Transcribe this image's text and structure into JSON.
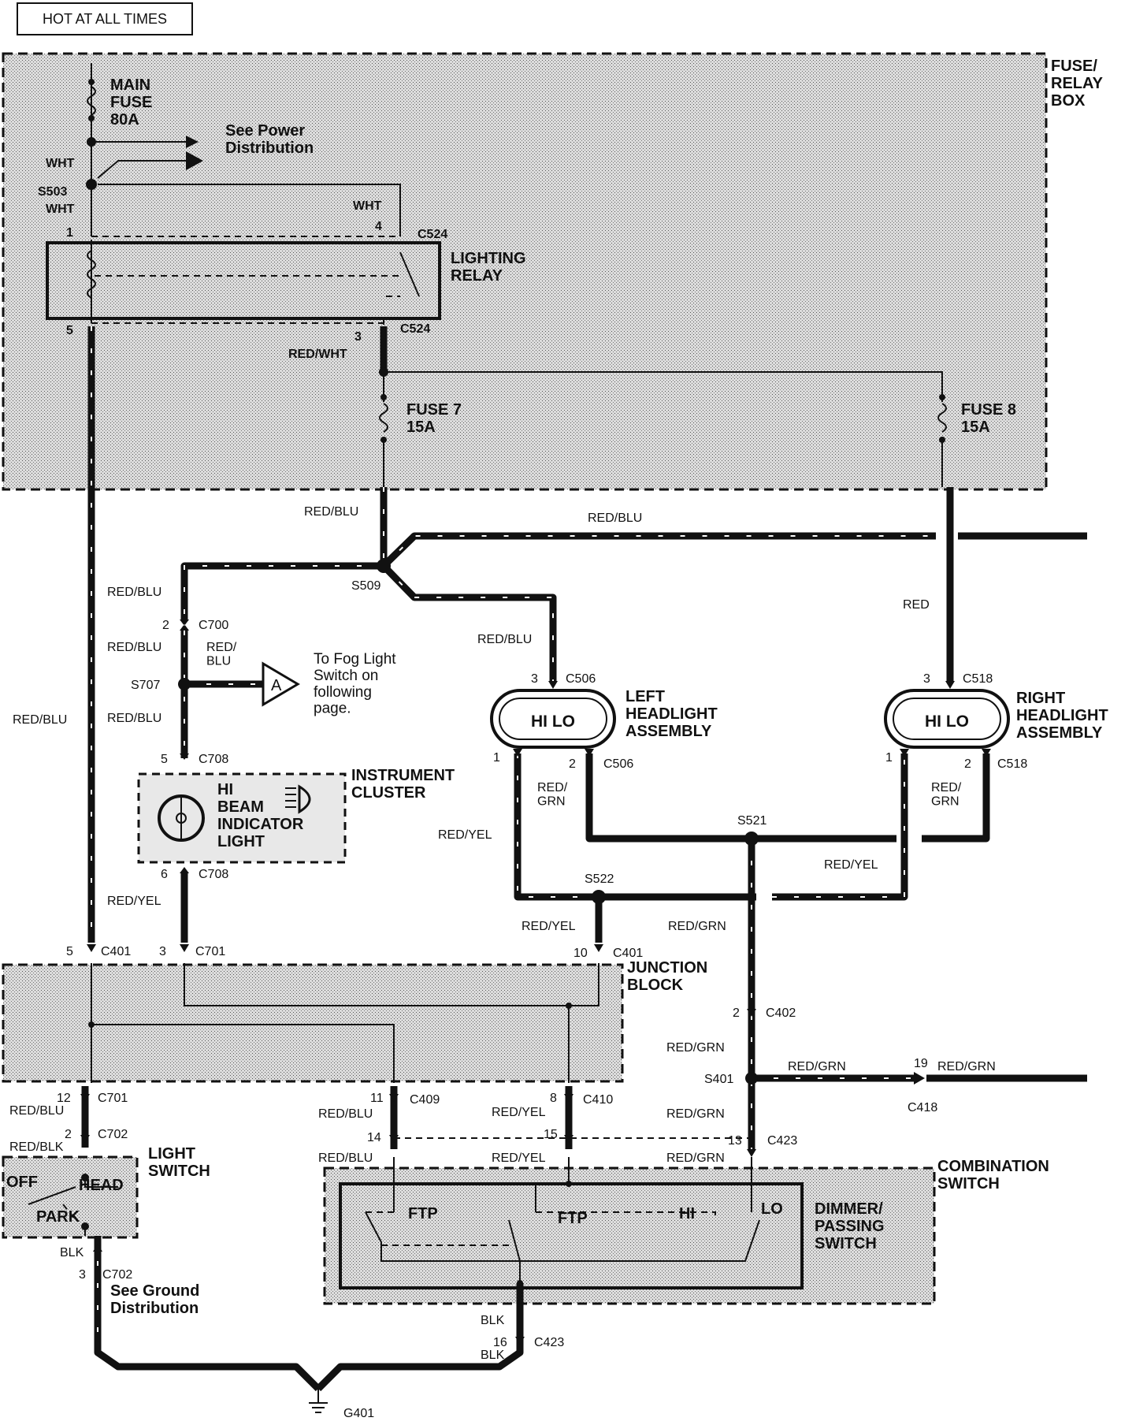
{
  "header": {
    "hot_label": "HOT AT ALL TIMES"
  },
  "boxes": {
    "fuse_relay": "FUSE/\nRELAY\nBOX",
    "lighting_relay": "LIGHTING\nRELAY",
    "instrument_cluster": "INSTRUMENT\nCLUSTER",
    "hi_beam": "HI\nBEAM\nINDICATOR\nLIGHT",
    "junction_block": "JUNCTION\nBLOCK",
    "light_switch": "LIGHT\nSWITCH",
    "combination_switch": "COMBINATION\nSWITCH",
    "dimmer_switch": "DIMMER/\nPASSING\nSWITCH",
    "left_headlight": "LEFT\nHEADLIGHT\nASSEMBLY",
    "right_headlight": "RIGHT\nHEADLIGHT\nASSEMBLY"
  },
  "fuses": {
    "main": "MAIN\nFUSE\n80A",
    "fuse7": "FUSE 7\n15A",
    "fuse8": "FUSE 8\n15A"
  },
  "notes": {
    "power": "See Power\nDistribution",
    "fog": "To Fog Light\nSwitch on\nfollowing\npage.",
    "ground": "See Ground\nDistribution",
    "fog_connector": "A"
  },
  "switch_positions": {
    "off": "OFF",
    "head": "HEAD",
    "park": "PARK",
    "ftp1": "FTP",
    "ftp2": "FTP",
    "hi": "HI",
    "lo": "LO",
    "lamp_hi_lo": "HI LO"
  },
  "wire_colors": {
    "wht": "WHT",
    "red_wht": "RED/WHT",
    "red_blu": "RED/BLU",
    "red": "RED",
    "red_grn": "RED/GRN",
    "red_grn_split": "RED/\nGRN",
    "red_yel": "RED/YEL",
    "red_blk": "RED/BLK",
    "blk": "BLK",
    "red_blu_split": "RED/\nBLU"
  },
  "splices": {
    "s503": "S503",
    "s509": "S509",
    "s707": "S707",
    "s521": "S521",
    "s522": "S522",
    "s401": "S401"
  },
  "connectors": {
    "c524": "C524",
    "c700": "C700",
    "c708": "C708",
    "c506": "C506",
    "c518": "C518",
    "c401": "C401",
    "c701": "C701",
    "c402": "C402",
    "c409": "C409",
    "c410": "C410",
    "c418": "C418",
    "c702": "C702",
    "c423": "C423",
    "g401": "G401"
  },
  "pins": {
    "p1": "1",
    "p2": "2",
    "p3": "3",
    "p4": "4",
    "p5": "5",
    "p6": "6",
    "p8": "8",
    "p10": "10",
    "p11": "11",
    "p12": "12",
    "p13": "13",
    "p14": "14",
    "p15": "15",
    "p16": "16",
    "p19": "19"
  }
}
